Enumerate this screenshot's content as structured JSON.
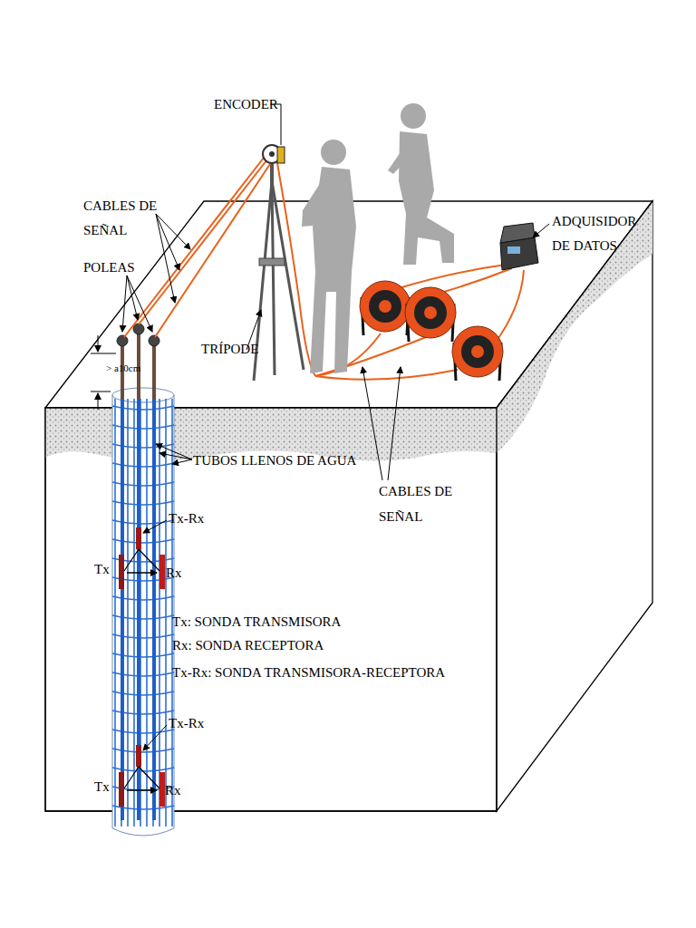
{
  "diagram": {
    "labels": [
      "ENCODER",
      "CABLES DE SEÑAL",
      "POLEAS",
      "TRÍPODE",
      "ADQUISIDOR DE DATOS",
      "> a10cm",
      "TUBOS LLENOS DE AGUA",
      "CABLES DE SEÑAL",
      "Tx-Rx",
      "Tx",
      "Rx",
      "Tx: SONDA TRANSMISORA",
      "Rx: SONDA RECEPTORA",
      "Tx-Rx: SONDA TRANSMISORA-RECEPTORA",
      "Tx-Rx",
      "Tx",
      "Rx"
    ]
  }
}
